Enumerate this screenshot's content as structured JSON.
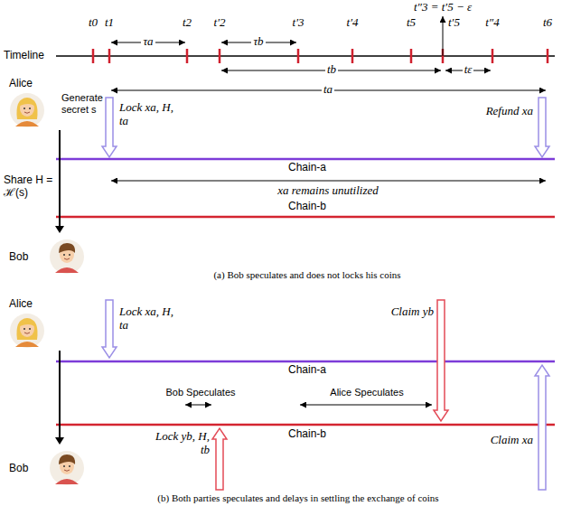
{
  "diagram": {
    "nodes": [
      {
        "text": [
          "Alice"
        ]
      },
      {
        "text": [
          "Bob"
        ]
      },
      {
        "text": [
          "Alice"
        ]
      },
      {
        "text": [
          "Bob"
        ]
      }
    ],
    "edges": [
      {
        "from": 0,
        "to": 1,
        "arrow": "to",
        "label": "Share H = ℋ(s)"
      },
      {
        "from": 2,
        "to": 3,
        "arrow": "to"
      }
    ],
    "labels": [
      "Timeline",
      "t0",
      "t1",
      "τa",
      "t2",
      "t′2",
      "τb",
      "t′3",
      "t′4",
      "t5",
      "t″3 = t′5 − ε",
      "t′5",
      "tε",
      "t″4",
      "t6",
      "tb",
      "ta",
      "Generate secret s",
      "Lock xa, H, ta",
      "Refund xa",
      "Chain-a",
      "xa remains unutilized",
      "Chain-b",
      "(a) Bob speculates and does not locks his coins",
      "Lock xa, H, ta",
      "Claim yb",
      "Chain-a",
      "Bob Speculates",
      "Alice Speculates",
      "Lock yb, H, tb",
      "Chain-b",
      "Claim xa",
      "(b) Both parties speculates and delays in settling the exchange of coins"
    ]
  }
}
